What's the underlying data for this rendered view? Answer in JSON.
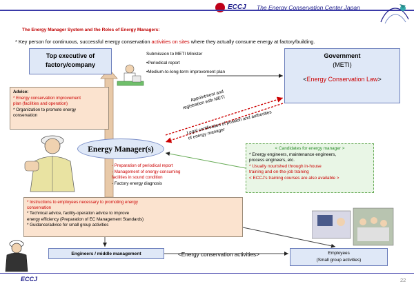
{
  "header": {
    "logo_text": "ECCJ",
    "org_name": "The Energy Conservation Center Japan"
  },
  "subtitle": "The Energy Manager System and the Roles of Energy Managers:",
  "key_line": {
    "prefix": "* Key person for continuous, successful energy conservation ",
    "accent": "activities on sites",
    "suffix": " where they actually consume energy at factory/building."
  },
  "top_exec": {
    "line1": "Top executive of",
    "line2": "factory/company"
  },
  "submission": {
    "title": "Submission to METI Minister",
    "items": [
      "•Periodical report",
      "•Medium-to-long-term improvement plan"
    ]
  },
  "government": {
    "line1": "Government",
    "line2": "(METI)",
    "law_prefix": "<",
    "law_red": "Energy Conservation Law",
    "law_suffix": ">"
  },
  "advice": {
    "title": "Advice:",
    "item1_red": "* Energy conservation improvement",
    "item1_red2": "  plan (facilities and operation)",
    "item2": "* Organization to promote energy",
    "item2b": "  conservation"
  },
  "appointment": {
    "line1": "Appointment and",
    "line2": "registration  with  METI"
  },
  "legal": {
    "line1": "Legal certification of position and authorities",
    "line2": "of energy manager"
  },
  "energy_manager": {
    "label": "Energy Manager(s)"
  },
  "em_tasks": {
    "item1": "- Preparation of periodical report",
    "item2": "- Management of energy-consuming",
    "item2b": "  facilities in sound condition",
    "item3": "- Factory energy diagnosis"
  },
  "candidates": {
    "title": "< Candidates for energy manager >",
    "item1": "* Energy engineers, maintenance engineers,",
    "item1b": "   process engineers, etc.",
    "item2_red": "* Usually nourished through in-house",
    "item2_red2": "   training and on-the-job training",
    "item3_red": "< ECCJ's training courses are also available >"
  },
  "instructions": {
    "item1_red": "* Instructions to employees necessary to promoting energy",
    "item1_red2": "   conservation",
    "item2": "* Technical advice, facility-operation advice to improve",
    "item2b": "   energy efficiency (Preparation of EC Management Standards)",
    "item3": "* Guidance/advice for small group activities"
  },
  "engineers": {
    "label": "Engineers / middle management"
  },
  "ec_activities": {
    "label": "<Energy conservation activities>"
  },
  "employees": {
    "line1": "Employees",
    "line2": "(Small group activities)"
  },
  "footer": {
    "logo_text": "ECCJ",
    "page_number": "22"
  },
  "colors": {
    "accent_red": "#cc0000",
    "navy": "#1b1b8a",
    "box_blue": "#dfe8f7",
    "box_orange": "#fbe3cf",
    "box_green": "#e9f6e6"
  }
}
